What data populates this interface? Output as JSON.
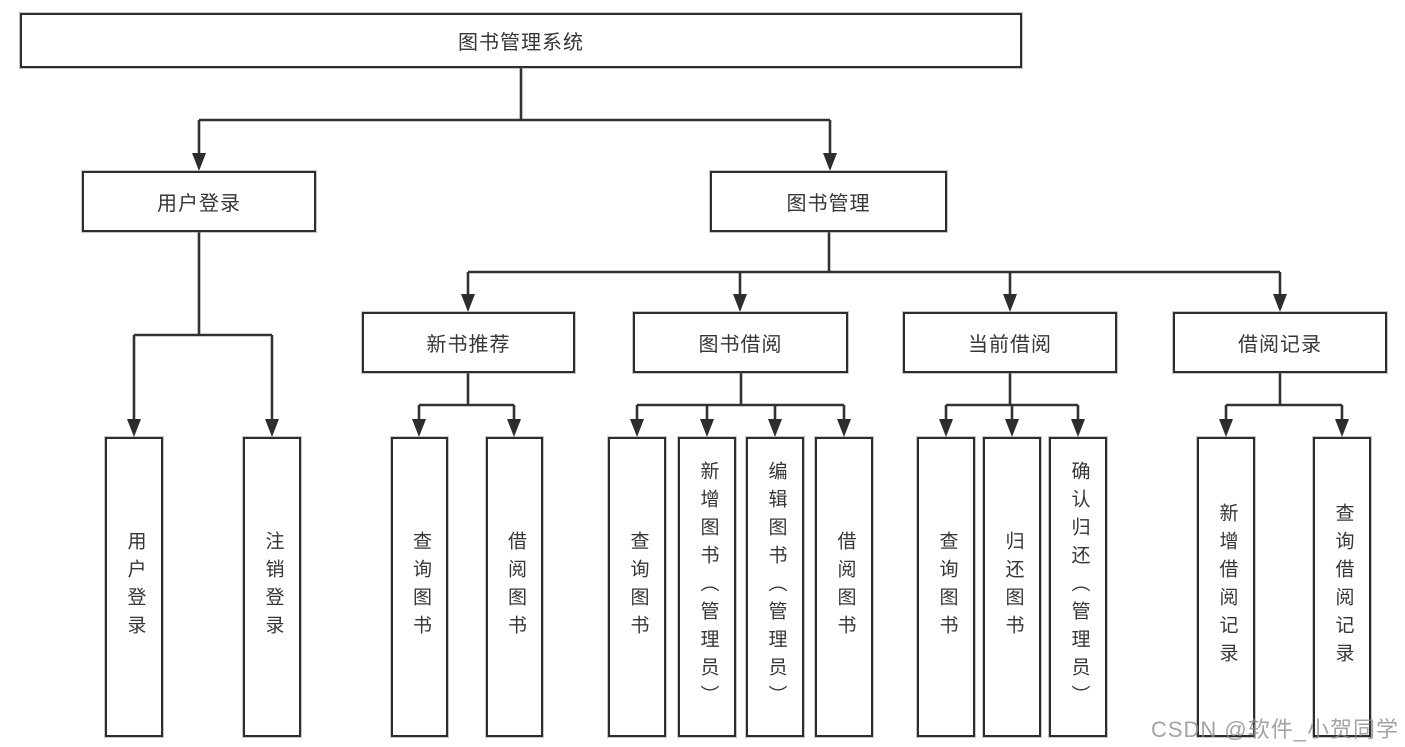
{
  "diagram": {
    "title_note": "library management system functional structure diagram",
    "tree": {
      "root": "图书管理系统",
      "children": [
        {
          "label": "用户登录",
          "children": [
            "用户登录",
            "注销登录"
          ]
        },
        {
          "label": "图书管理",
          "children": [
            {
              "label": "新书推荐",
              "children": [
                "查询图书",
                "借阅图书"
              ]
            },
            {
              "label": "图书借阅",
              "children": [
                "查询图书",
                "新增图书（管理员）",
                "编辑图书（管理员）",
                "借阅图书"
              ]
            },
            {
              "label": "当前借阅",
              "children": [
                "查询图书",
                "归还图书",
                "确认归还（管理员）"
              ]
            },
            {
              "label": "借阅记录",
              "children": [
                "新增借阅记录",
                "查询借阅记录"
              ]
            }
          ]
        }
      ]
    },
    "colors": {
      "line": "#323232",
      "box_border": "#2d2d2d",
      "text": "#363636",
      "background": "#ffffff",
      "watermark": "#8c8c8c"
    }
  },
  "watermark": {
    "text": "CSDN @软件_小贺同学"
  }
}
